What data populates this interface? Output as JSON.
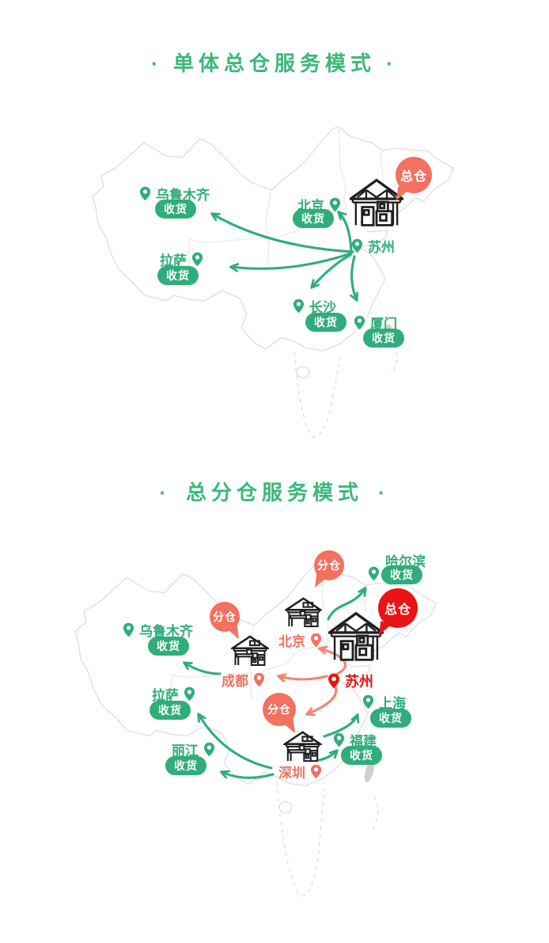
{
  "colors": {
    "green": "#2fad7b",
    "title_green": "#3bb878",
    "salmon": "#f4705f",
    "red": "#e81416",
    "map_line": "#dedede"
  },
  "sections": [
    {
      "title": "· 单体总仓服务模式 ·",
      "hub_badge": "总仓",
      "hub_city": "苏州",
      "cities": [
        {
          "name": "乌鲁木齐",
          "tag": "收货"
        },
        {
          "name": "北京",
          "tag": "收货"
        },
        {
          "name": "拉萨",
          "tag": "收货"
        },
        {
          "name": "长沙",
          "tag": "收货"
        },
        {
          "name": "厦门",
          "tag": "收货"
        }
      ]
    },
    {
      "title": "· 总分仓服务模式 ·",
      "hub_badge": "总仓",
      "hub_city": "苏州",
      "branch_badge": "分仓",
      "branch_cities": [
        "北京",
        "成都",
        "深圳"
      ],
      "cities": [
        {
          "name": "哈尔滨",
          "tag": "收货"
        },
        {
          "name": "乌鲁木齐",
          "tag": "收货"
        },
        {
          "name": "拉萨",
          "tag": "收货"
        },
        {
          "name": "丽江",
          "tag": "收货"
        },
        {
          "name": "上海",
          "tag": "收货"
        },
        {
          "name": "福建",
          "tag": "收货"
        }
      ]
    }
  ]
}
